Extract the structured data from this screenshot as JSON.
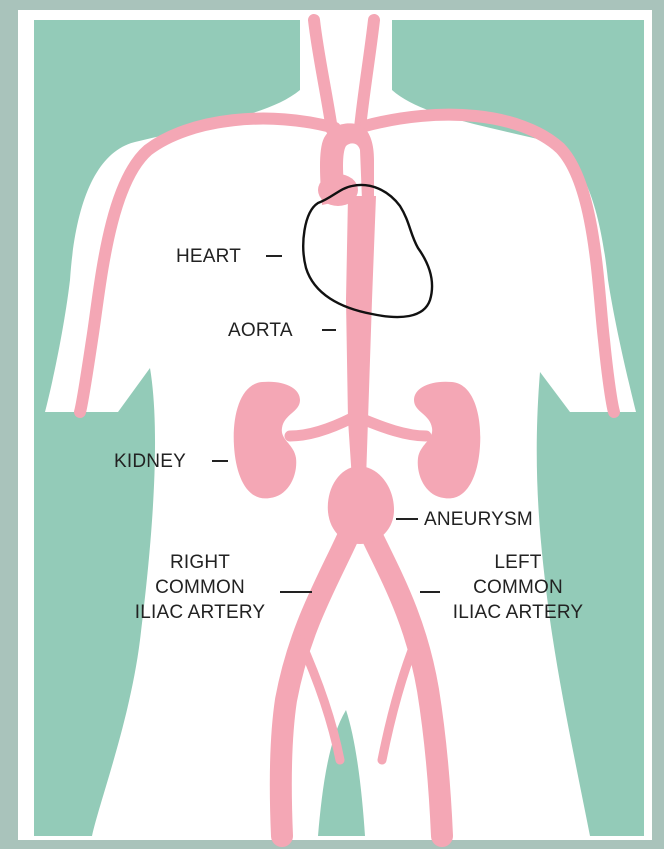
{
  "labels": {
    "heart": "HEART",
    "aorta": "AORTA",
    "kidney": "KIDNEY",
    "aneurysm": "ANEURYSM",
    "right_iliac": [
      "RIGHT",
      "COMMON",
      "ILIAC ARTERY"
    ],
    "left_iliac": [
      "LEFT",
      "COMMON",
      "ILIAC ARTERY"
    ]
  },
  "colors": {
    "background": "#93cbb8",
    "body": "#ffffff",
    "vessel": "#f4a7b5",
    "heart_outline": "#111111",
    "frame": "#a9c3bb"
  }
}
